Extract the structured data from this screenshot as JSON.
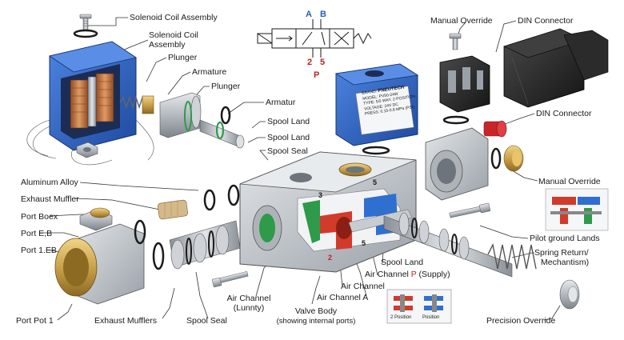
{
  "labels": {
    "solenoid_coil_assembly": "Solenoid Coil Assembly",
    "solenoid_coil_assembly_2_line1": "Solenoid Coil",
    "solenoid_coil_assembly_2_line2": "Assembly",
    "plunger_1": "Plunger",
    "armature_1": "Armature",
    "plunger_2": "Plunger",
    "armatur": "Armatur",
    "spool_land_1": "Spool Land",
    "spool_land_2": "Spool Land",
    "spool_seal_1": "Spool Seal",
    "manual_override_1": "Manual Override",
    "din_connector_1": "DIN Connector",
    "din_connector_2": "DIN Connector",
    "manual_override_2": "Manual Override",
    "pilot_ground_lands": "Pilot ground Lands",
    "spring_return_line1": "Spring Return/",
    "spring_return_line2": "Mechantism)",
    "precision_override": "Precision Override",
    "aluminum_alloy": "Aluminum Alloy",
    "exhaust_muffler": "Exhaust Muffler",
    "port_boex": "Port Boex",
    "port_e_b": "Port E,B",
    "port_1_eb": "Port 1.EB",
    "port_pot_1": "Port Pot 1",
    "exhaust_mufflers": "Exhaust Mufflers",
    "spool_seal_2": "Spool Seal",
    "air_channel_lunnty_line1": "Air Channel",
    "air_channel_lunnty_line2": "(Lunnty)",
    "valve_body_line1": "Valve Body",
    "valve_body_line2": "(showing internal ports)",
    "air_channel_a": "Air Channel A",
    "air_channel_2": "Air Channel",
    "air_channel_p_prefix": "Air Channel ",
    "air_channel_p_letter": "P",
    "air_channel_p_suffix": " (Supply)",
    "spool_land_3": "Spool Land"
  },
  "symbol": {
    "port_a": "A",
    "port_b": "B",
    "port_2": "2",
    "port_5": "5",
    "port_p": "P"
  },
  "body_ports": {
    "n3": "3",
    "n5_top": "5",
    "n2": "2",
    "n5_bottom": "5"
  },
  "coil": {
    "brand_prefix": "BRAND:",
    "brand": "PNEUTECH",
    "line1": "MODEL: PV50-24W",
    "line2": "TYPE: 5/2 WAY, 2-POSITION",
    "line3": "VOLTAGE: 24V DC",
    "line4": "PRESS: 0.15-0.8 MPa (PSI)"
  },
  "inset": {
    "left": "2 Position",
    "right": "Position"
  },
  "colors": {
    "coil_blue": "#2f63c4",
    "copper": "#c27a4a",
    "steel": "#b9bec4",
    "brass": "#c9a24b",
    "channel_red": "#d23a2a",
    "channel_green": "#2f9a4a",
    "channel_blue": "#2f6fd0",
    "override_red": "#c8252a",
    "connector_black": "#2b2b2b"
  }
}
